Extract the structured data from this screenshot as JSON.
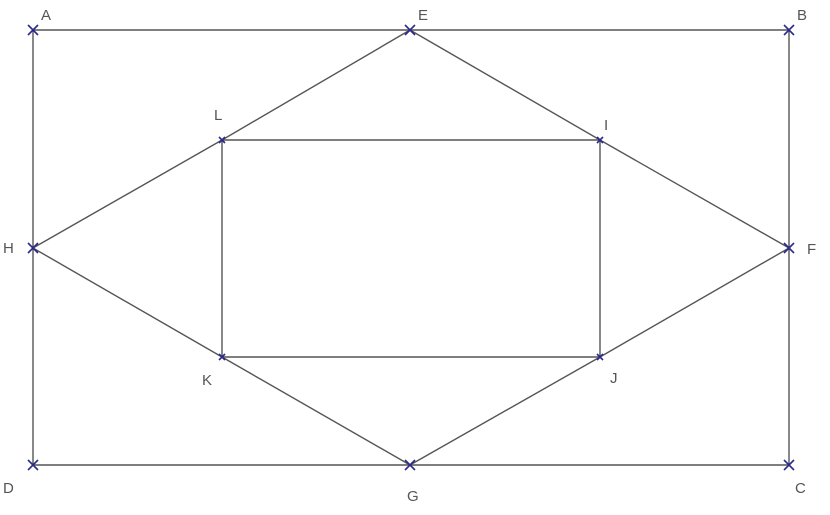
{
  "diagram": {
    "points": [
      {
        "id": "A",
        "label": "A",
        "marker": "cross"
      },
      {
        "id": "E",
        "label": "E",
        "marker": "cross"
      },
      {
        "id": "B",
        "label": "B",
        "marker": "cross"
      },
      {
        "id": "L",
        "label": "L",
        "marker": "tick"
      },
      {
        "id": "I",
        "label": "I",
        "marker": "tick"
      },
      {
        "id": "H",
        "label": "H",
        "marker": "cross"
      },
      {
        "id": "F",
        "label": "F",
        "marker": "cross"
      },
      {
        "id": "K",
        "label": "K",
        "marker": "tick"
      },
      {
        "id": "J",
        "label": "J",
        "marker": "tick"
      },
      {
        "id": "D",
        "label": "D",
        "marker": "cross"
      },
      {
        "id": "G",
        "label": "G",
        "marker": "cross"
      },
      {
        "id": "C",
        "label": "C",
        "marker": "cross"
      }
    ],
    "segments": [
      [
        "A",
        "E"
      ],
      [
        "E",
        "B"
      ],
      [
        "B",
        "F"
      ],
      [
        "F",
        "C"
      ],
      [
        "C",
        "G"
      ],
      [
        "G",
        "D"
      ],
      [
        "D",
        "H"
      ],
      [
        "H",
        "A"
      ],
      [
        "E",
        "L"
      ],
      [
        "L",
        "H"
      ],
      [
        "H",
        "K"
      ],
      [
        "K",
        "G"
      ],
      [
        "G",
        "J"
      ],
      [
        "J",
        "F"
      ],
      [
        "F",
        "I"
      ],
      [
        "I",
        "E"
      ],
      [
        "L",
        "I"
      ],
      [
        "I",
        "J"
      ],
      [
        "J",
        "K"
      ],
      [
        "K",
        "L"
      ]
    ],
    "colors": {
      "line": "#555555",
      "marker": "#2a2a8c",
      "label": "#555555"
    }
  }
}
